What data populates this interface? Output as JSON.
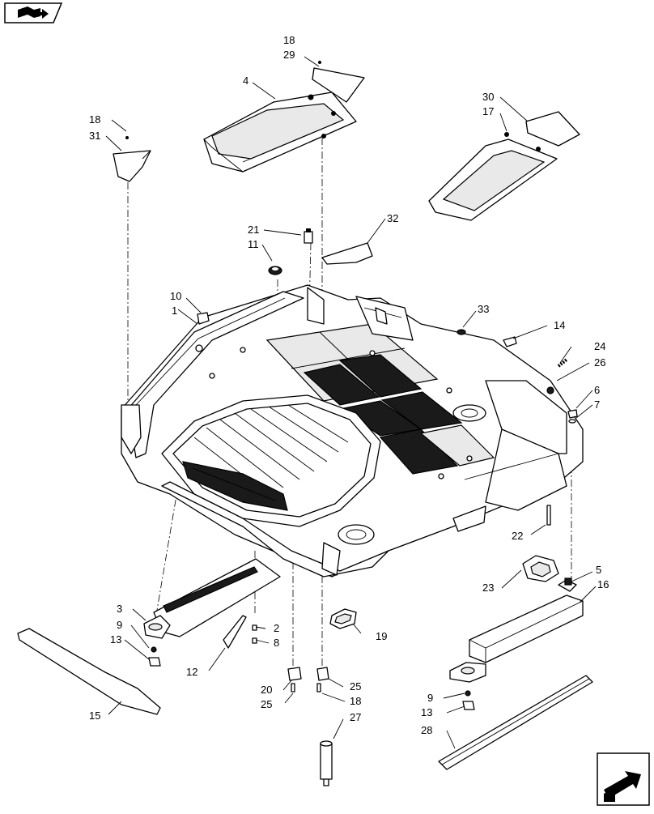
{
  "icons": {
    "top_left": "book-arrow-icon",
    "bottom_right": "next-page-arrow-icon"
  },
  "callouts": [
    {
      "id": "c18a",
      "text": "18"
    },
    {
      "id": "c29",
      "text": "29"
    },
    {
      "id": "c4",
      "text": "4"
    },
    {
      "id": "c30",
      "text": "30"
    },
    {
      "id": "c17",
      "text": "17"
    },
    {
      "id": "c18b",
      "text": "18"
    },
    {
      "id": "c31",
      "text": "31"
    },
    {
      "id": "c21",
      "text": "21"
    },
    {
      "id": "c11",
      "text": "11"
    },
    {
      "id": "c32",
      "text": "32"
    },
    {
      "id": "c10",
      "text": "10"
    },
    {
      "id": "c1",
      "text": "1"
    },
    {
      "id": "c33",
      "text": "33"
    },
    {
      "id": "c14",
      "text": "14"
    },
    {
      "id": "c24",
      "text": "24"
    },
    {
      "id": "c26",
      "text": "26"
    },
    {
      "id": "c6",
      "text": "6"
    },
    {
      "id": "c7",
      "text": "7"
    },
    {
      "id": "c22",
      "text": "22"
    },
    {
      "id": "c5",
      "text": "5"
    },
    {
      "id": "c16",
      "text": "16"
    },
    {
      "id": "c23",
      "text": "23"
    },
    {
      "id": "c3",
      "text": "3"
    },
    {
      "id": "c9a",
      "text": "9"
    },
    {
      "id": "c13a",
      "text": "13"
    },
    {
      "id": "c2",
      "text": "2"
    },
    {
      "id": "c8",
      "text": "8"
    },
    {
      "id": "c19",
      "text": "19"
    },
    {
      "id": "c12",
      "text": "12"
    },
    {
      "id": "c20",
      "text": "20"
    },
    {
      "id": "c25a",
      "text": "25"
    },
    {
      "id": "c25b",
      "text": "25"
    },
    {
      "id": "c18c",
      "text": "18"
    },
    {
      "id": "c15",
      "text": "15"
    },
    {
      "id": "c9b",
      "text": "9"
    },
    {
      "id": "c13b",
      "text": "13"
    },
    {
      "id": "c27",
      "text": "27"
    },
    {
      "id": "c28",
      "text": "28"
    }
  ]
}
